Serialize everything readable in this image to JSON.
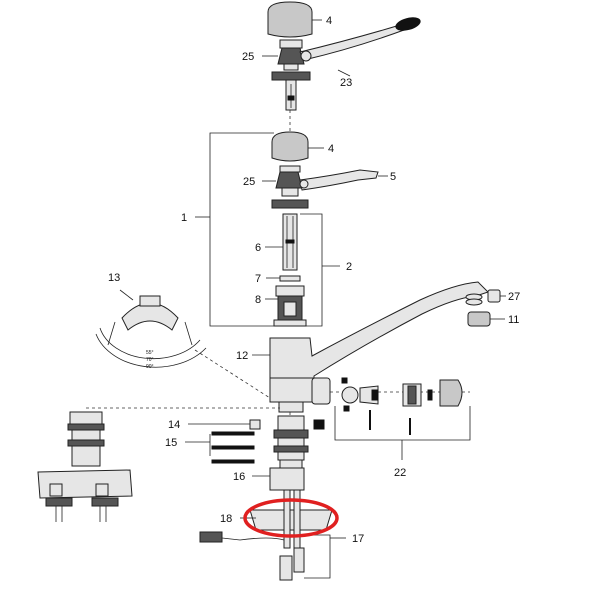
{
  "labels": {
    "l1": "1",
    "l2": "2",
    "l4a": "4",
    "l4b": "4",
    "l5": "5",
    "l6": "6",
    "l7": "7",
    "l8": "8",
    "l11": "11",
    "l12": "12",
    "l13": "13",
    "l14": "14",
    "l15": "15",
    "l16": "16",
    "l17": "17",
    "l18": "18",
    "l22": "22",
    "l23": "23",
    "l25a": "25",
    "l25b": "25",
    "l27": "27"
  },
  "dial": {
    "a55": "55°",
    "a70": "70°",
    "a90": "90°"
  },
  "colors": {
    "highlight": "#e02020",
    "lever_tip": "#111111"
  }
}
